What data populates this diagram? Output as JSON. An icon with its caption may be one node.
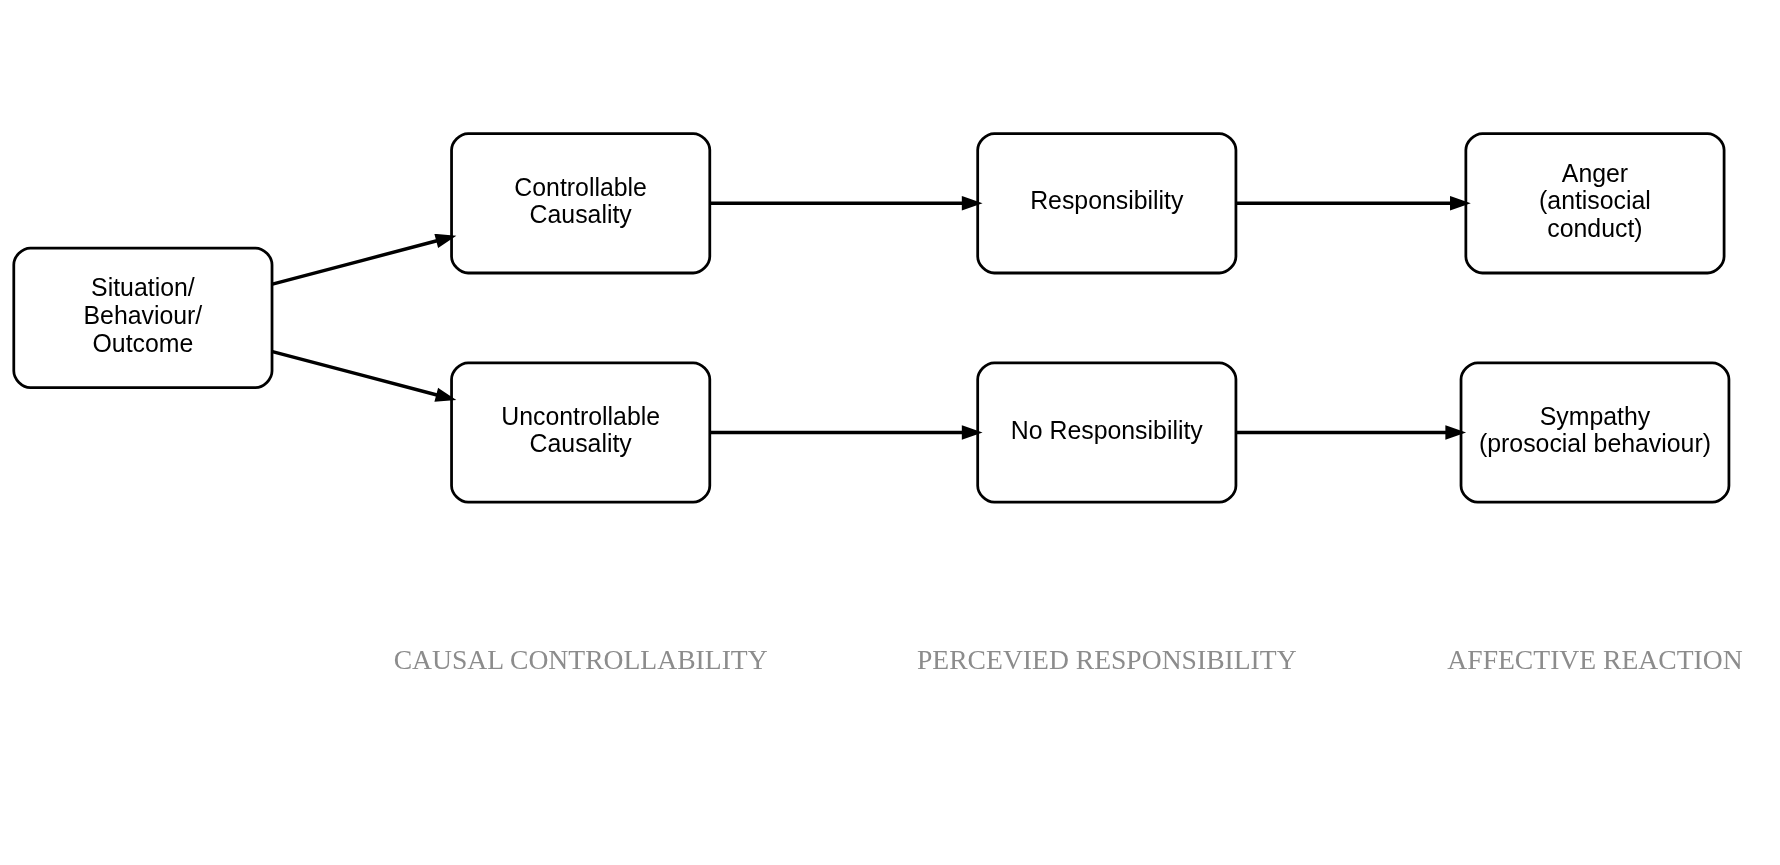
{
  "diagram": {
    "nodes": [
      {
        "text": [
          "Situation/ Behaviour/ Outcome"
        ]
      },
      {
        "text": [
          "Controllable Causality"
        ]
      },
      {
        "text": [
          "Uncontrollable Causality"
        ]
      },
      {
        "text": [
          "Responsibility"
        ]
      },
      {
        "text": [
          "No Responsibility"
        ]
      },
      {
        "text": [
          "Anger (antisocial conduct)"
        ]
      },
      {
        "text": [
          "Sympathy (prosocial behaviour)"
        ]
      }
    ],
    "edges": [
      {
        "from": 0,
        "to": 1,
        "arrow": "to"
      },
      {
        "from": 0,
        "to": 2,
        "arrow": "to"
      },
      {
        "from": 1,
        "to": 3,
        "arrow": "to"
      },
      {
        "from": 2,
        "to": 4,
        "arrow": "to"
      },
      {
        "from": 3,
        "to": 5,
        "arrow": "to"
      },
      {
        "from": 4,
        "to": 6,
        "arrow": "to"
      }
    ],
    "labels": [
      "CAUSAL CONTROLLABILITY",
      "PERCEVIED RESPONSIBILITY",
      "AFFECTIVE REACTION"
    ]
  }
}
